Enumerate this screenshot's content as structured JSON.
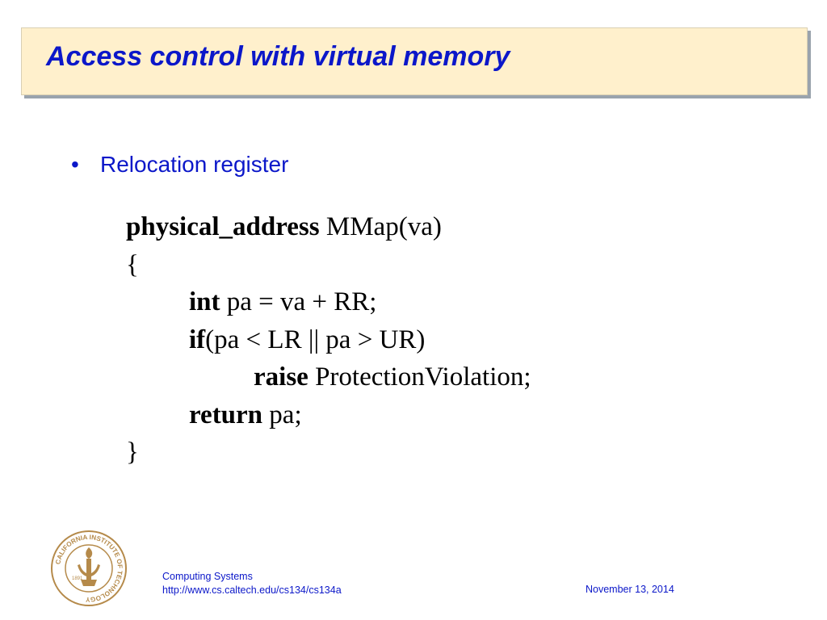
{
  "title": "Access control with virtual memory",
  "bullet": {
    "glyph": "•",
    "text": "Relocation register"
  },
  "code": {
    "line1": {
      "kw": "physical_address",
      "rest": " MMap(va)"
    },
    "line2": {
      "text": "{"
    },
    "line3": {
      "kw": "int",
      "rest": " pa = va + RR;"
    },
    "line4": {
      "kw": "if",
      "rest": "(pa < LR || pa > UR)"
    },
    "line5": {
      "kw": "raise",
      "rest": " ProtectionViolation;"
    },
    "line6": {
      "kw": "return",
      "rest": " pa;"
    },
    "line7": {
      "text": "}"
    }
  },
  "logo": {
    "icon": "caltech-seal-icon",
    "ring_text": "CALIFORNIA INSTITUTE OF TECHNOLOGY",
    "year": "1891"
  },
  "footer": {
    "course": "Computing Systems",
    "url": "http://www.cs.caltech.edu/cs134/cs134a",
    "date": "November 13, 2014"
  },
  "colors": {
    "title_text": "#0b17c9",
    "title_background": "#fff0cc",
    "logo_tone": "#b58a4a"
  }
}
